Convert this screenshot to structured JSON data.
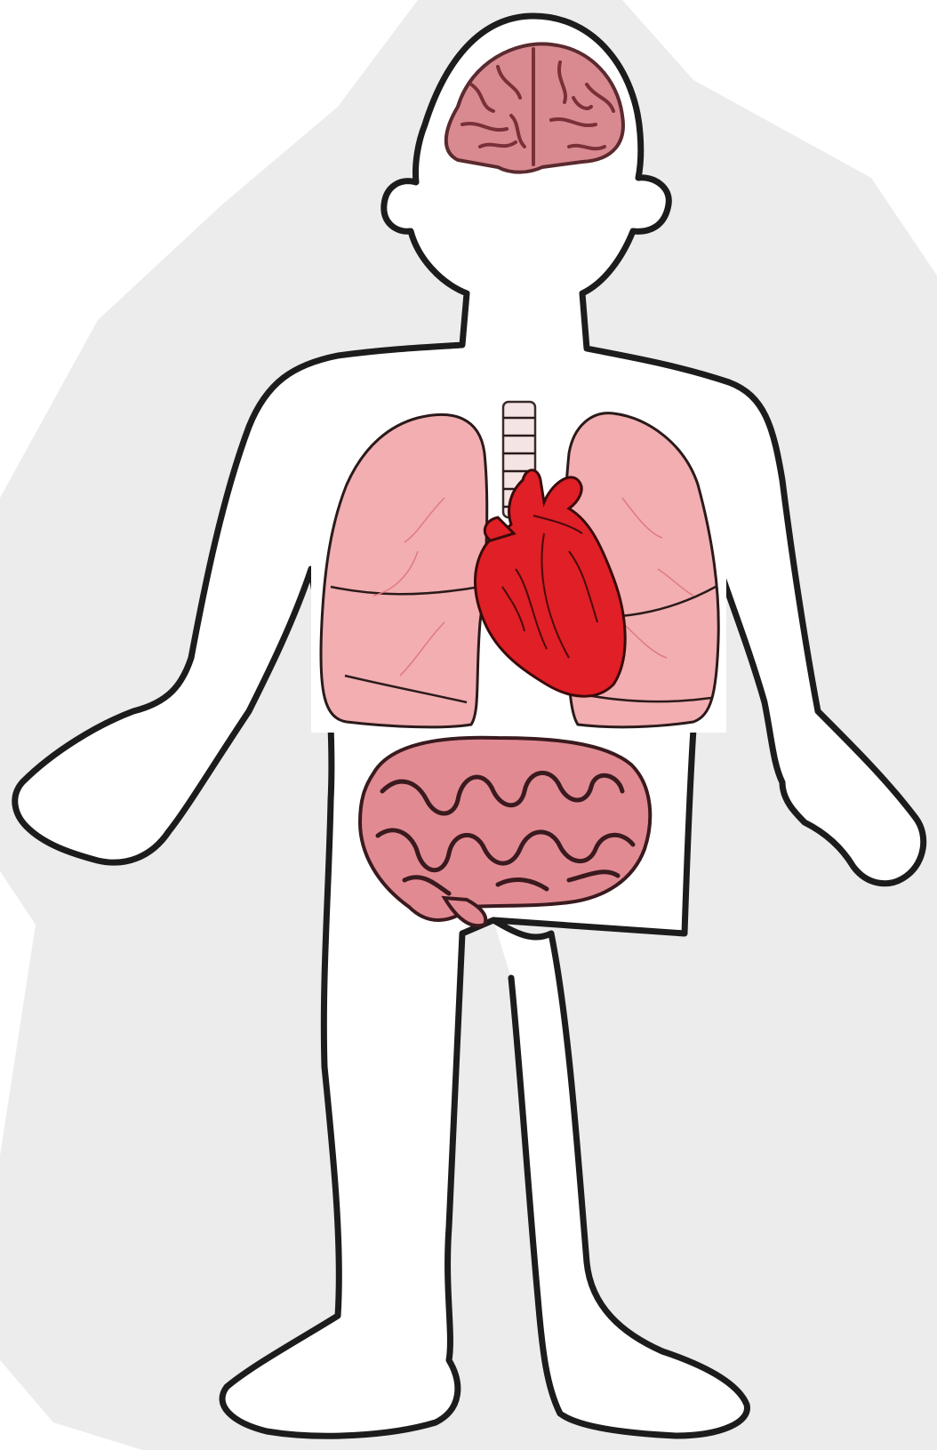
{
  "figure": {
    "description": "",
    "colors": {
      "background_halo": "#ececec",
      "body_outline": "#1c1c1c",
      "brain": "#d98a90",
      "lungs": "#f2aeb1",
      "heart": "#e01f26",
      "intestines": "#e28a92"
    },
    "parts": [
      "brain",
      "lungs",
      "heart",
      "trachea",
      "intestines"
    ]
  }
}
